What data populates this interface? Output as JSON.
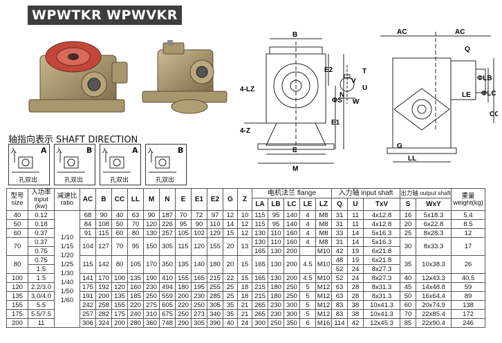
{
  "models": [
    "WPWTKR",
    "WPWVKR"
  ],
  "shaft_direction": {
    "title": "轴指向表示 SHAFT DIRECTION",
    "boxes": [
      {
        "letter": "A",
        "in_label": "入",
        "out_label": "孔双出"
      },
      {
        "letter": "B",
        "in_label": "入",
        "out_label": "孔双出"
      },
      {
        "letter": "A",
        "in_label": "入",
        "out_label": "孔双出"
      },
      {
        "letter": "B",
        "in_label": "入",
        "out_label": "孔双出"
      }
    ]
  },
  "drawing_labels": {
    "front": [
      "B",
      "4-LZ",
      "E2",
      "N",
      "E1",
      "4-Z",
      "E",
      "M"
    ],
    "keyway": [
      "T",
      "U",
      "V",
      "W",
      "ΦS"
    ],
    "side": [
      "AC",
      "AC",
      "Q",
      "ΦLB",
      "ΦLC",
      "LE",
      "CC",
      "G",
      "LL"
    ]
  },
  "table": {
    "headers": {
      "size": "型号 size",
      "power": "入功率 input (kw)",
      "ratio": "减速比 ratio",
      "dims": [
        "AC",
        "B",
        "CC",
        "LL",
        "M",
        "N",
        "E",
        "E1",
        "E2",
        "G",
        "Z"
      ],
      "flange_group": "电机法兰 flange",
      "flange": [
        "LA",
        "LB",
        "LC",
        "LE",
        "LZ"
      ],
      "input_group": "入力轴 input shaft",
      "input": [
        "Q",
        "U",
        "TxV"
      ],
      "output_group": "出力轴 output shaft",
      "output": [
        "S",
        "WxY"
      ],
      "weight": "重量 weight(kg)"
    },
    "ratios": [
      "1/10",
      "1/15",
      "1/20",
      "1/25",
      "1/30",
      "1/40",
      "1/50",
      "1/60"
    ],
    "rows": [
      {
        "size": "40",
        "power": [
          "0.12"
        ],
        "dims": [
          "68",
          "90",
          "40",
          "63",
          "90",
          "187",
          "70",
          "72",
          "97",
          "12",
          "10"
        ],
        "flange": [
          [
            "115",
            "95",
            "140",
            "4",
            "M8"
          ]
        ],
        "input": [
          [
            "31",
            "11",
            "4x12.8"
          ]
        ],
        "output": [
          "16",
          "5x18.3"
        ],
        "weight": "5.4"
      },
      {
        "size": "50",
        "power": [
          "0.18"
        ],
        "dims": [
          "84",
          "108",
          "50",
          "70",
          "120",
          "226",
          "95",
          "90",
          "110",
          "14",
          "12"
        ],
        "flange": [
          [
            "115",
            "95",
            "140",
            "4",
            "M8"
          ]
        ],
        "input": [
          [
            "31",
            "11",
            "4x12.8"
          ]
        ],
        "output": [
          "20",
          "6x22.8"
        ],
        "weight": "8.5"
      },
      {
        "size": "60",
        "power": [
          "0.37"
        ],
        "dims": [
          "91",
          "115",
          "60",
          "80",
          "130",
          "257",
          "105",
          "102",
          "129",
          "15",
          "12"
        ],
        "flange": [
          [
            "130",
            "110",
            "160",
            "4",
            "M8"
          ]
        ],
        "input": [
          [
            "33",
            "14",
            "5x16.3"
          ]
        ],
        "output": [
          "25",
          "8x28.3"
        ],
        "weight": "12"
      },
      {
        "size": "70",
        "power": [
          "0.37",
          "0.75"
        ],
        "dims": [
          "104",
          "127",
          "70",
          "95",
          "150",
          "305",
          "115",
          "120",
          "155",
          "20",
          "13"
        ],
        "flange": [
          [
            "130",
            "110",
            "160",
            "4",
            "M8"
          ],
          [
            "165",
            "130",
            "200",
            "",
            "M10"
          ]
        ],
        "input": [
          [
            "31",
            "14",
            "5x16.3"
          ],
          [
            "42",
            "19",
            "6x21.8"
          ]
        ],
        "output": [
          "30",
          "8x33.3"
        ],
        "weight": "17"
      },
      {
        "size": "80",
        "power": [
          "0.75",
          "1.5"
        ],
        "dims": [
          "115",
          "142",
          "80",
          "105",
          "170",
          "350",
          "135",
          "140",
          "180",
          "20",
          "15"
        ],
        "flange": [
          [
            "165",
            "130",
            "200",
            "4.5",
            "M10"
          ]
        ],
        "input": [
          [
            "48",
            "19",
            "6x21.8"
          ],
          [
            "52",
            "24",
            "8x27.3"
          ]
        ],
        "output": [
          "35",
          "10x38.3"
        ],
        "weight": "26"
      },
      {
        "size": "100",
        "power": [
          "1.5"
        ],
        "dims": [
          "141",
          "170",
          "100",
          "135",
          "190",
          "410",
          "155",
          "165",
          "215",
          "22",
          "15"
        ],
        "flange": [
          [
            "165",
            "130",
            "200",
            "4.5",
            "M10"
          ]
        ],
        "input": [
          [
            "52",
            "24",
            "8x27.3"
          ]
        ],
        "output": [
          "40",
          "12x43.3"
        ],
        "weight": "40.5"
      },
      {
        "size": "120",
        "power": [
          "2.2/3.0"
        ],
        "dims": [
          "175",
          "192",
          "120",
          "160",
          "230",
          "494",
          "180",
          "195",
          "255",
          "25",
          "18"
        ],
        "flange": [
          [
            "215",
            "180",
            "250",
            "5",
            "M12"
          ]
        ],
        "input": [
          [
            "63",
            "28",
            "8x31.3"
          ]
        ],
        "output": [
          "45",
          "14x48.8"
        ],
        "weight": "59"
      },
      {
        "size": "135",
        "power": [
          "3.0/4.0"
        ],
        "dims": [
          "191",
          "200",
          "135",
          "185",
          "250",
          "559",
          "200",
          "230",
          "285",
          "25",
          "18"
        ],
        "flange": [
          [
            "215",
            "180",
            "250",
            "5",
            "M12"
          ]
        ],
        "input": [
          [
            "63",
            "28",
            "8x31.3"
          ]
        ],
        "output": [
          "50",
          "16x64.4"
        ],
        "weight": "89"
      },
      {
        "size": "155",
        "power": [
          "5.5"
        ],
        "dims": [
          "242",
          "258",
          "155",
          "220",
          "275",
          "605",
          "220",
          "250",
          "305",
          "35",
          "21"
        ],
        "flange": [
          [
            "265",
            "230",
            "300",
            "5",
            "M12"
          ]
        ],
        "input": [
          [
            "83",
            "38",
            "10x41.3"
          ]
        ],
        "output": [
          "60",
          "20x74.9"
        ],
        "weight": "138"
      },
      {
        "size": "175",
        "power": [
          "5.5/7.5"
        ],
        "dims": [
          "257",
          "282",
          "175",
          "240",
          "310",
          "675",
          "250",
          "273",
          "340",
          "35",
          "21"
        ],
        "flange": [
          [
            "265",
            "230",
            "300",
            "5",
            "M12"
          ]
        ],
        "input": [
          [
            "83",
            "38",
            "10x41.3"
          ]
        ],
        "output": [
          "70",
          "22x85.4"
        ],
        "weight": "172"
      },
      {
        "size": "200",
        "power": [
          "11"
        ],
        "dims": [
          "306",
          "324",
          "200",
          "280",
          "360",
          "748",
          "290",
          "305",
          "390",
          "40",
          "24"
        ],
        "flange": [
          [
            "300",
            "250",
            "350",
            "6",
            "M16"
          ]
        ],
        "input": [
          [
            "114",
            "42",
            "12x45.3"
          ]
        ],
        "output": [
          "85",
          "22x90.4"
        ],
        "weight": "246"
      }
    ]
  }
}
